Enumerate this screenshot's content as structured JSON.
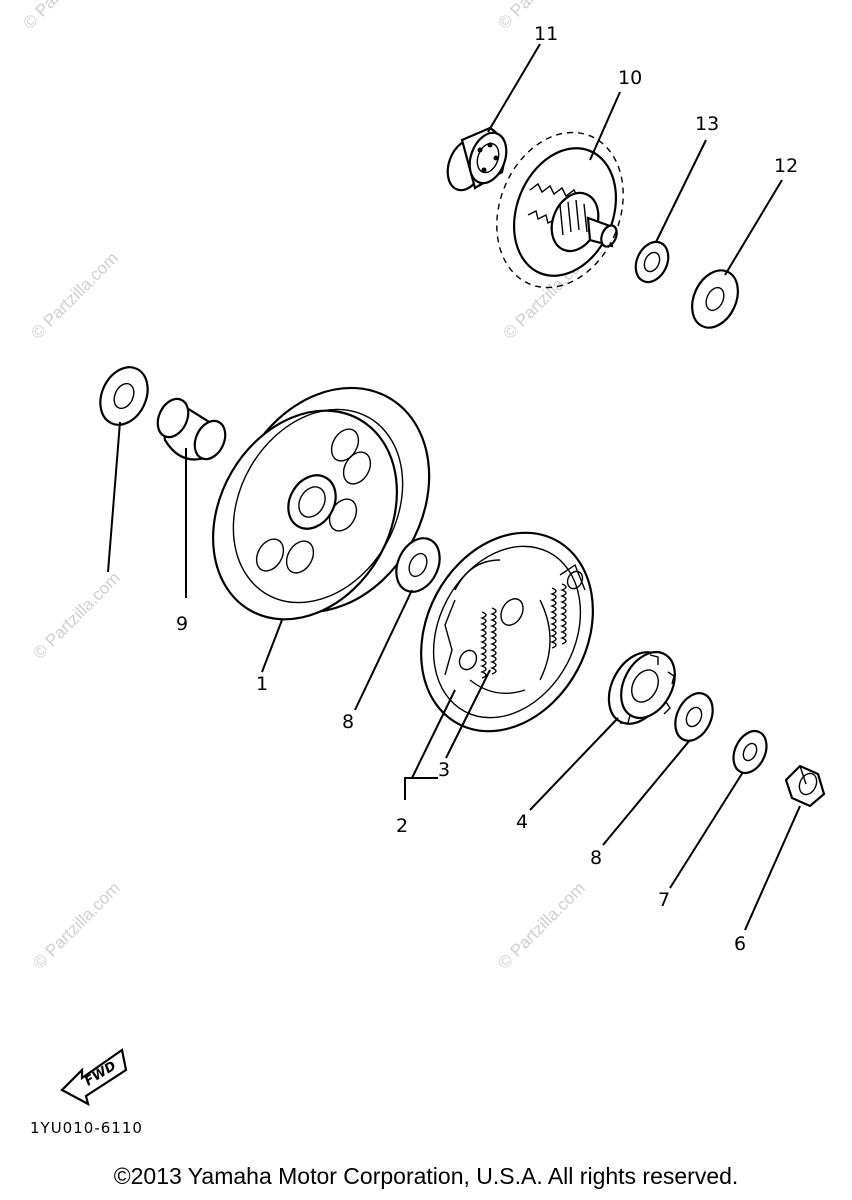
{
  "callouts": {
    "p1": "1",
    "p2": "2",
    "p3": "3",
    "p4": "4",
    "p6": "6",
    "p7": "7",
    "p8a": "8",
    "p8b": "8",
    "p9": "9",
    "p10": "10",
    "p11": "11",
    "p12": "12",
    "p13": "13"
  },
  "watermark": "© Partzilla.com",
  "diagram_code": "1YU010-6110",
  "fwd_label": "FWD",
  "copyright": "©2013 Yamaha Motor Corporation, U.S.A. All rights reserved."
}
